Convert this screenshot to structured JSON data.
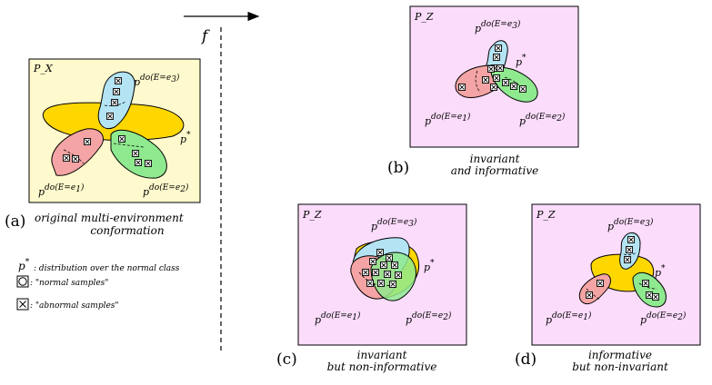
{
  "map_label": "f",
  "space_x": "P_X",
  "space_z": "P_Z",
  "p_star": "p*",
  "envs": {
    "e1": "p^{do(E=e1)}",
    "e2": "p^{do(E=e2)}",
    "e3": "p^{do(E=e3)}"
  },
  "panels": {
    "a": {
      "tag": "(a)",
      "line1": "original multi-environment",
      "line2": "conformation"
    },
    "b": {
      "tag": "(b)",
      "line1": "invariant",
      "line2": "and informative"
    },
    "c": {
      "tag": "(c)",
      "line1": "invariant",
      "line2": "but non-informative"
    },
    "d": {
      "tag": "(d)",
      "line1": "informative",
      "line2": "but non-invariant"
    }
  },
  "legend": {
    "pstar_symbol": "p*",
    "pstar_text": ": distribution over the normal class",
    "normal_text": ": \"normal samples\"",
    "abnormal_text": ": \"abnormal samples\""
  },
  "colors": {
    "yellow_bg": "#fffacd",
    "pink_bg": "#fbdcfb",
    "yellow": "#ffd700",
    "blue": "#b4e4f4",
    "red": "#f4a4a4",
    "green": "#8fea8f"
  }
}
